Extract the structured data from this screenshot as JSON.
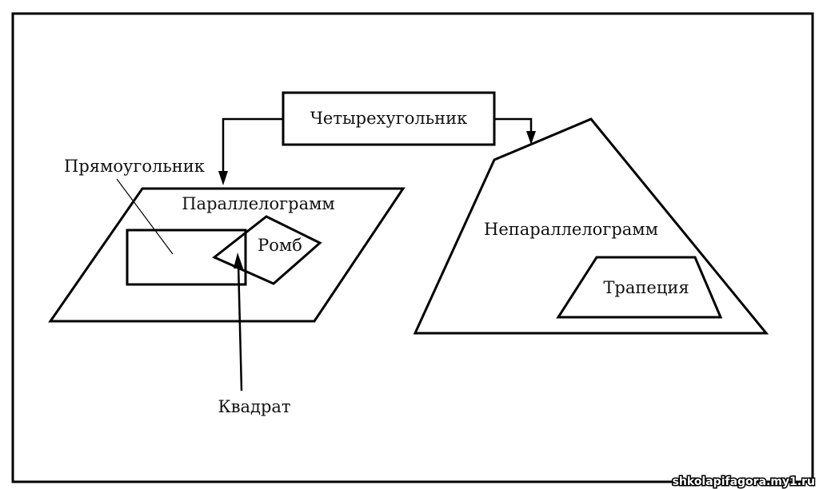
{
  "diagram": {
    "root": {
      "label": "Четырехугольник"
    },
    "branches": [
      {
        "label": "Параллелограмм",
        "children": [
          {
            "label": "Прямоугольник"
          },
          {
            "label": "Ромб"
          },
          {
            "label": "Квадрат",
            "note": "intersection of Прямоугольник and Ромб"
          }
        ]
      },
      {
        "label": "Непараллелограмм",
        "children": [
          {
            "label": "Трапеция"
          }
        ]
      }
    ]
  },
  "watermark": "shkolapifagora.my1.ru",
  "colors": {
    "line": "#000000",
    "background": "#ffffff"
  }
}
